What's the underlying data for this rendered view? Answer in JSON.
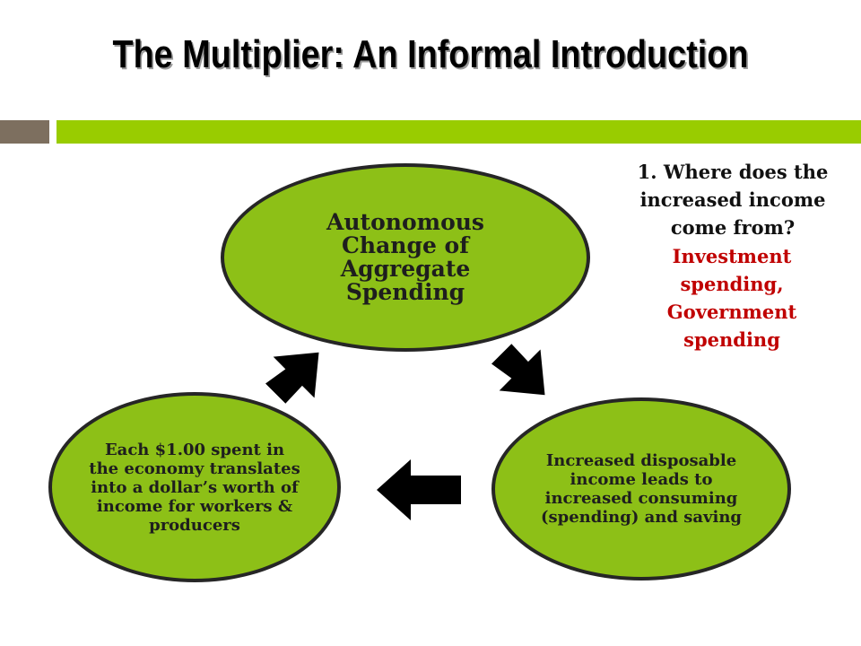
{
  "slide": {
    "title": "The Multiplier: An Informal Introduction"
  },
  "diagram": {
    "top_node": "Autonomous Change of Aggregate Spending",
    "right_node": "Increased disposable  income leads to increased consuming (spending) and saving",
    "left_node": "Each $1.00 spent in the economy translates into a dollar’s worth  of income for workers & producers"
  },
  "question": {
    "text": "1.  Where does the increased income come from?",
    "answer": "Investment spending, Government spending"
  },
  "colors": {
    "accent_green": "#99cc00",
    "node_fill": "#8dc017",
    "bar_gray": "#7d6f5f",
    "answer_red": "#c00000"
  }
}
